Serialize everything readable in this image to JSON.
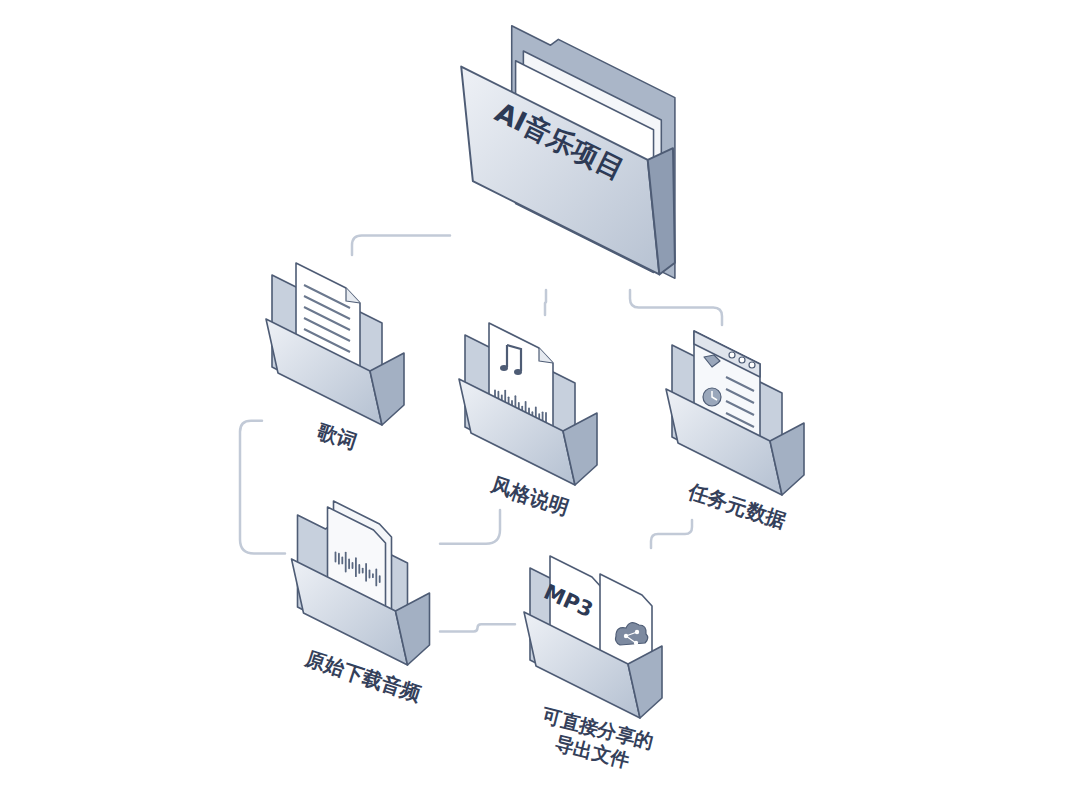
{
  "diagram": {
    "nodes": [
      {
        "text": [
          "AI音乐项目"
        ]
      },
      {
        "text": [
          "歌词"
        ]
      },
      {
        "text": [
          "风格说明"
        ]
      },
      {
        "text": [
          "任务元数据"
        ]
      },
      {
        "text": [
          "原始下载音频"
        ]
      },
      {
        "text": [
          "可直接分享的 导出文件"
        ]
      }
    ],
    "edges": [
      {
        "from": 0,
        "to": 1,
        "arrow": "none"
      },
      {
        "from": 0,
        "to": 2,
        "arrow": "none"
      },
      {
        "from": 0,
        "to": 3,
        "arrow": "none"
      },
      {
        "from": 1,
        "to": 4,
        "arrow": "none"
      },
      {
        "from": 2,
        "to": 4,
        "arrow": "none"
      },
      {
        "from": 4,
        "to": 5,
        "arrow": "none"
      },
      {
        "from": 3,
        "to": 5,
        "arrow": "none"
      }
    ],
    "labels": [
      "MP3"
    ]
  }
}
